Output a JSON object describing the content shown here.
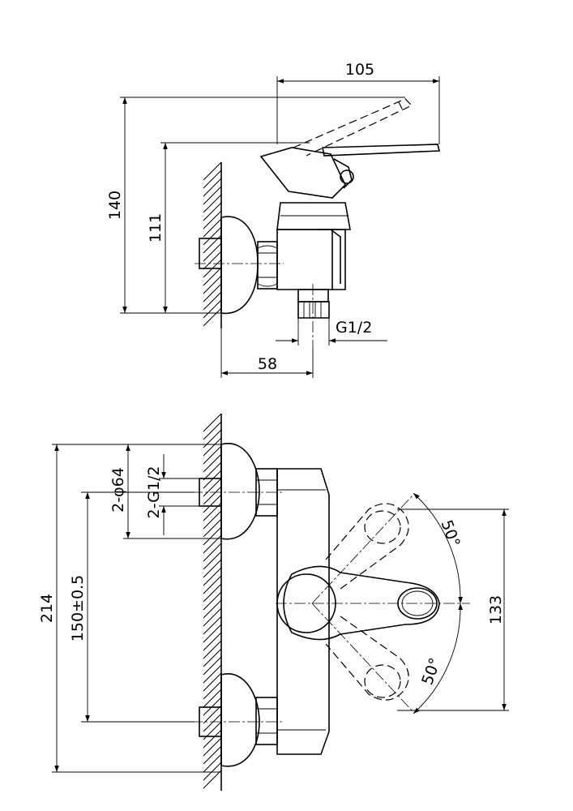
{
  "side_view": {
    "dims": {
      "width_top": "105",
      "height_total": "140",
      "height_inlet": "111",
      "thread": "G1/2",
      "depth": "58"
    }
  },
  "front_view": {
    "dims": {
      "escutcheon": "2-φ64",
      "inlet_thread": "2-G1/2",
      "height_total": "214",
      "centers": "150±0.5",
      "angle_up": "50°",
      "angle_down": "50°",
      "handle_span": "133"
    }
  }
}
